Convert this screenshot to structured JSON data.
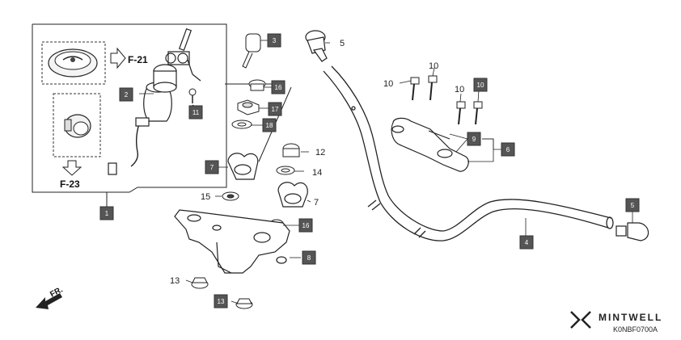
{
  "diagram": {
    "catalog_code": "K0NBF0700A",
    "front_label": "FR.",
    "brand": "MINTWELL",
    "section_refs": [
      "F-21",
      "F-23"
    ],
    "callouts": {
      "c1": "1",
      "c2": "2",
      "c3": "3",
      "c4": "4",
      "c5a": "5",
      "c5b": "5",
      "c6": "6",
      "c7a": "7",
      "c7b": "7",
      "c8": "8",
      "c9": "9",
      "c10a": "10",
      "c10b": "10",
      "c10c": "10",
      "c10d": "10",
      "c11": "11",
      "c12": "12",
      "c13a": "13",
      "c13b": "13",
      "c14": "14",
      "c15": "15",
      "c16a": "16",
      "c16b": "16",
      "c17": "17",
      "c18": "18"
    }
  }
}
